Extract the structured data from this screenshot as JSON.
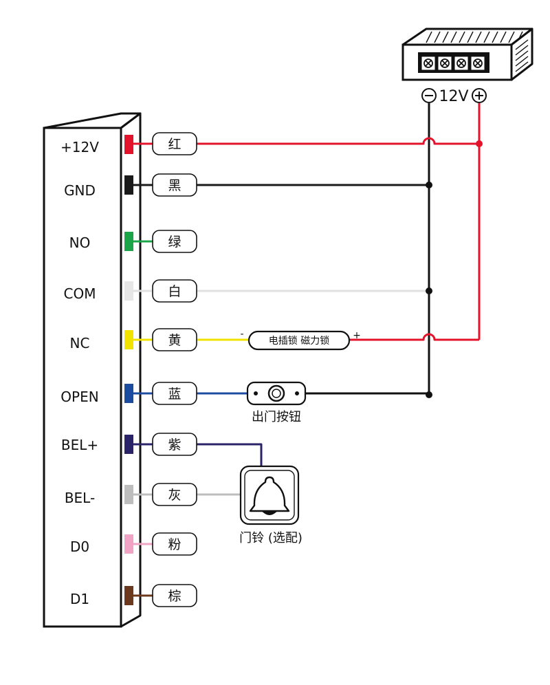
{
  "power_supply": {
    "label": "12V",
    "minus": "−",
    "plus": "+"
  },
  "pins": [
    {
      "label": "+12V",
      "color": "红",
      "hex": "#e3132b"
    },
    {
      "label": "GND",
      "color": "黑",
      "hex": "#1a1a1a"
    },
    {
      "label": "NO",
      "color": "绿",
      "hex": "#1ca548"
    },
    {
      "label": "COM",
      "color": "白",
      "hex": "#e6e6e6"
    },
    {
      "label": "NC",
      "color": "黄",
      "hex": "#f1e300"
    },
    {
      "label": "OPEN",
      "color": "蓝",
      "hex": "#1c4ca0"
    },
    {
      "label": "BEL+",
      "color": "紫",
      "hex": "#2a2368"
    },
    {
      "label": "BEL-",
      "color": "灰",
      "hex": "#bdbdbd"
    },
    {
      "label": "D0",
      "color": "粉",
      "hex": "#f0a3c4"
    },
    {
      "label": "D1",
      "color": "棕",
      "hex": "#6b3a1e"
    }
  ],
  "lock": {
    "label": "电插锁 磁力锁",
    "minus": "-",
    "plus": "+"
  },
  "exit_button": {
    "caption": "出门按钮"
  },
  "doorbell": {
    "caption": "门铃 (选配)"
  }
}
